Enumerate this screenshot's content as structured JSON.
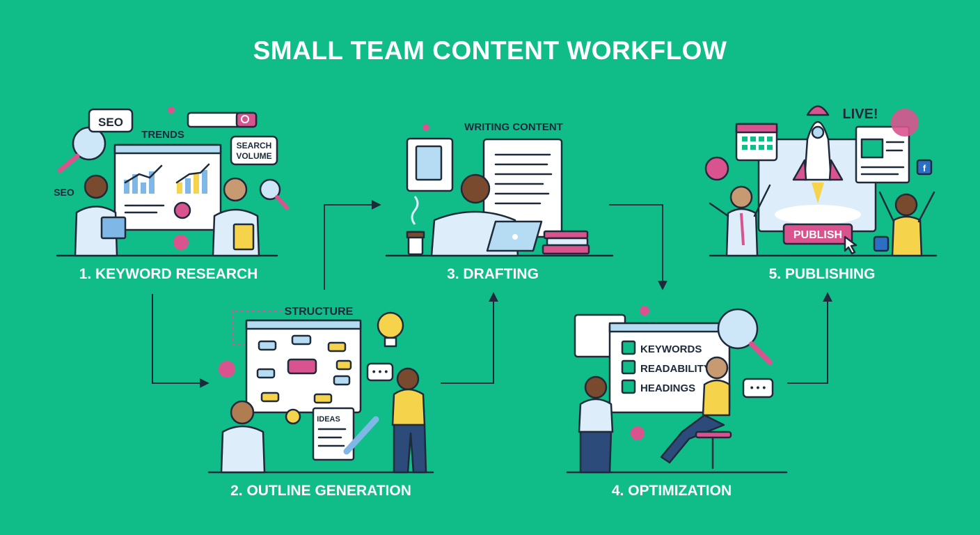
{
  "title": "SMALL TEAM CONTENT WORKFLOW",
  "steps": [
    {
      "label": "1. KEYWORD RESEARCH",
      "tags": [
        "SEO",
        "TRENDS",
        "SEARCH",
        "VOLUME",
        "SEO"
      ]
    },
    {
      "label": "2. OUTLINE GENERATION",
      "tags": [
        "STRUCTURE",
        "IDEAS"
      ]
    },
    {
      "label": "3. DRAFTING",
      "tags": [
        "WRITING CONTENT"
      ]
    },
    {
      "label": "4. OPTIMIZATION",
      "checks": [
        "KEYWORDS",
        "READABILITY",
        "HEADINGS"
      ]
    },
    {
      "label": "5. PUBLISHING",
      "tags": [
        "LIVE!",
        "PUBLISH"
      ]
    }
  ],
  "colors": {
    "background": "#10bc87",
    "accent": "#d9548f",
    "yellow": "#f5d34a",
    "panel": "#ddeefa",
    "ink": "#1d2a3a"
  },
  "icons": [
    "magnifier-icon",
    "search-bar-icon",
    "chart-board-icon",
    "mind-map-icon",
    "lightbulb-icon",
    "document-icon",
    "laptop-icon",
    "coffee-icon",
    "books-icon",
    "checklist-icon",
    "rocket-icon",
    "calendar-icon",
    "facebook-icon",
    "twitter-icon",
    "cursor-icon"
  ]
}
